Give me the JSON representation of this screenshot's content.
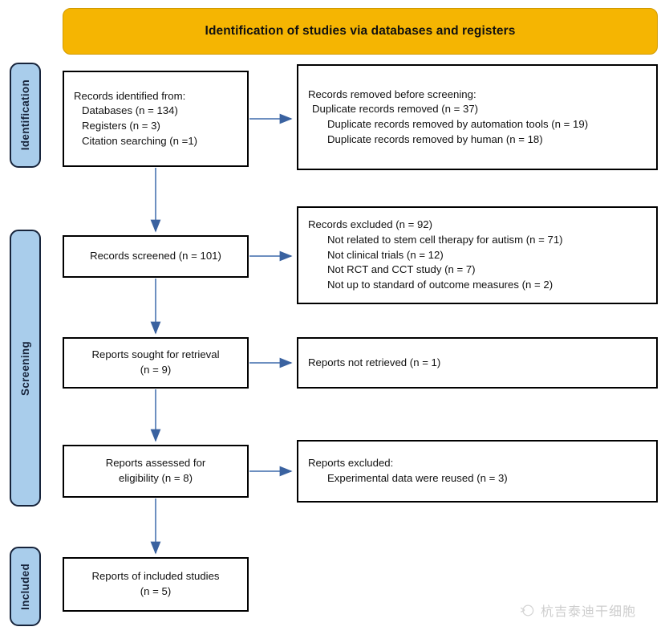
{
  "banner": {
    "title": "Identification of studies via databases and registers",
    "color": "#f5b502"
  },
  "stages": [
    {
      "id": "identification",
      "label": "Identification"
    },
    {
      "id": "screening",
      "label": "Screening"
    },
    {
      "id": "included",
      "label": "Included"
    }
  ],
  "stage_color": "#a9cdeb",
  "arrow_color": "#4a74ad",
  "nodes": {
    "identified": {
      "lines": [
        "Records identified from:",
        "Databases (n = 134)",
        "Registers (n = 3)",
        "Citation searching (n =1)"
      ]
    },
    "removed": {
      "lines": [
        "Records removed before screening:",
        "Duplicate records removed (n = 37)",
        "Duplicate records removed by automation tools (n = 19)",
        "Duplicate records removed by human (n = 18)"
      ]
    },
    "screened": {
      "lines": [
        "Records screened (n = 101)"
      ]
    },
    "excluded": {
      "lines": [
        "Records excluded (n = 92)",
        "Not related to stem cell therapy for autism (n = 71)",
        "Not clinical trials (n = 12)",
        "Not RCT and CCT study (n = 7)",
        "Not up to standard of outcome measures (n = 2)"
      ]
    },
    "sought": {
      "lines": [
        "Reports sought for retrieval",
        "(n = 9)"
      ]
    },
    "not_retrieved": {
      "lines": [
        "Reports not retrieved (n = 1)"
      ]
    },
    "assessed": {
      "lines": [
        "Reports assessed for",
        "eligibility (n = 8)"
      ]
    },
    "reports_excluded": {
      "lines": [
        "Reports excluded:",
        "Experimental data were reused (n = 3)"
      ]
    },
    "included_studies": {
      "lines": [
        "Reports of included studies",
        "(n = 5)"
      ]
    }
  },
  "watermark": {
    "text": "杭吉泰迪干细胞"
  }
}
